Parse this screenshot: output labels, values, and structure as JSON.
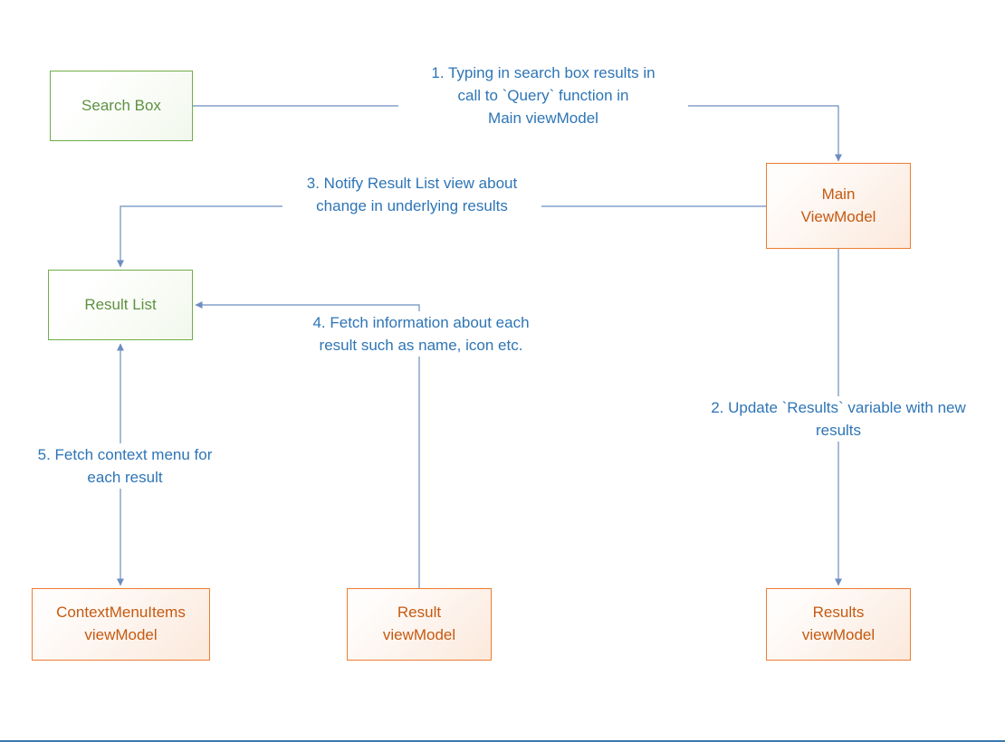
{
  "nodes": {
    "search_box": {
      "label": "Search Box"
    },
    "main_viewmodel": {
      "label": "Main\nViewModel"
    },
    "result_list": {
      "label": "Result List"
    },
    "contextmenuitems_viewmodel": {
      "label": "ContextMenuItems\nviewModel"
    },
    "result_viewmodel": {
      "label": "Result\nviewModel"
    },
    "results_viewmodel": {
      "label": "Results\nviewModel"
    }
  },
  "edge_labels": {
    "step1": "1. Typing in search box results in\ncall to `Query` function in\nMain viewModel",
    "step2": "2. Update `Results` variable with new\nresults",
    "step3": "3. Notify Result List view about\nchange in underlying results",
    "step4": "4. Fetch information about each\nresult such as name, icon etc.",
    "step5": "5. Fetch context menu for\neach result"
  },
  "colors": {
    "green_node_border": "#70AD47",
    "green_node_text": "#5E9142",
    "orange_node_border": "#ED7D31",
    "orange_node_text": "#C55A11",
    "connector": "#6C8EBF",
    "edge_label_text": "#2E75B6"
  }
}
